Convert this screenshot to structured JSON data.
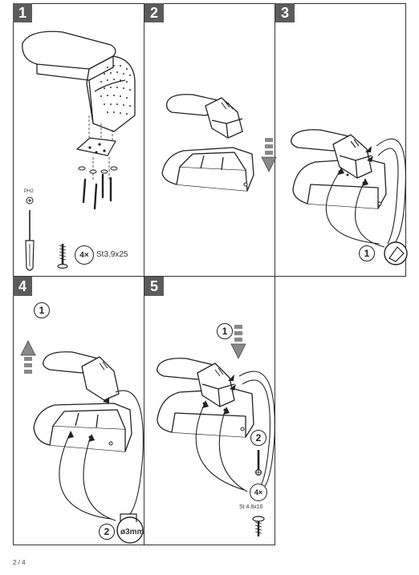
{
  "steps": [
    {
      "number": "1",
      "qty": "4×",
      "screw_spec": "St3.9x25",
      "tool_label": "PH2"
    },
    {
      "number": "2"
    },
    {
      "number": "3",
      "callout": "1"
    },
    {
      "number": "4",
      "callout_top": "1",
      "callout_bottom": "2",
      "drill_spec": "ø3mm"
    },
    {
      "number": "5",
      "callout_top": "1",
      "callout_mid": "2",
      "qty": "4×",
      "screw_spec": "St 4.8x16"
    }
  ],
  "footer": {
    "page": "2 / 4"
  }
}
